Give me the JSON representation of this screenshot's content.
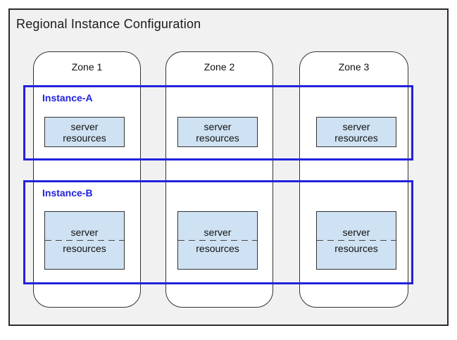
{
  "diagram": {
    "title": "Regional Instance Configuration",
    "zones": [
      {
        "label": "Zone 1"
      },
      {
        "label": "Zone 2"
      },
      {
        "label": "Zone 3"
      }
    ],
    "instances": [
      {
        "label": "Instance-A",
        "resources": [
          {
            "label": "server\nresources"
          },
          {
            "label": "server\nresources"
          },
          {
            "label": "server\nresources"
          }
        ]
      },
      {
        "label": "Instance-B",
        "resources": [
          {
            "line1": "server",
            "line2": "resources"
          },
          {
            "line1": "server",
            "line2": "resources"
          },
          {
            "line1": "server",
            "line2": "resources"
          }
        ]
      }
    ],
    "colors": {
      "instance_accent": "#2222dd",
      "resource_fill": "#cfe2f3",
      "frame_background": "#f1f1f1",
      "outline": "#333333"
    }
  }
}
